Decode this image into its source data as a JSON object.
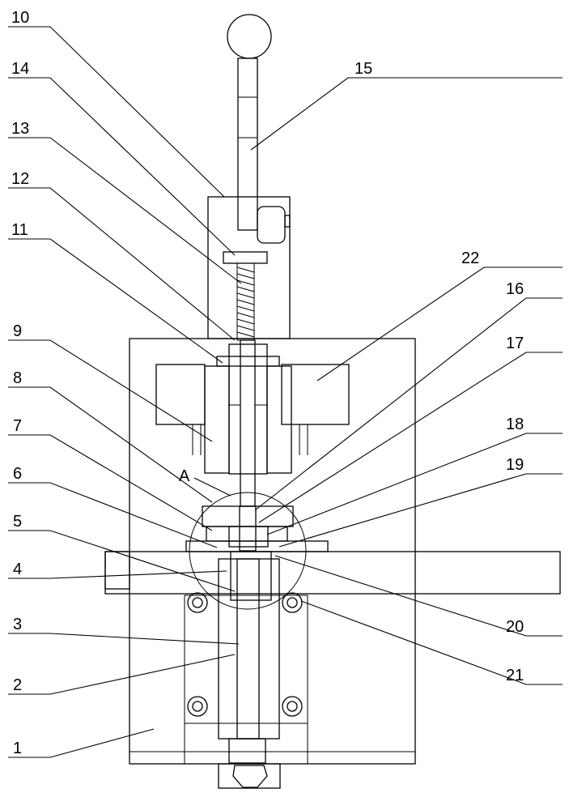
{
  "detail_marker": "A",
  "labels": {
    "l1": "1",
    "l2": "2",
    "l3": "3",
    "l4": "4",
    "l5": "5",
    "l6": "6",
    "l7": "7",
    "l8": "8",
    "l9": "9",
    "l10": "10",
    "l11": "11",
    "l12": "12",
    "l13": "13",
    "l14": "14",
    "l15": "15",
    "l16": "16",
    "l17": "17",
    "l18": "18",
    "l19": "19",
    "l20": "20",
    "l21": "21",
    "l22": "22"
  }
}
